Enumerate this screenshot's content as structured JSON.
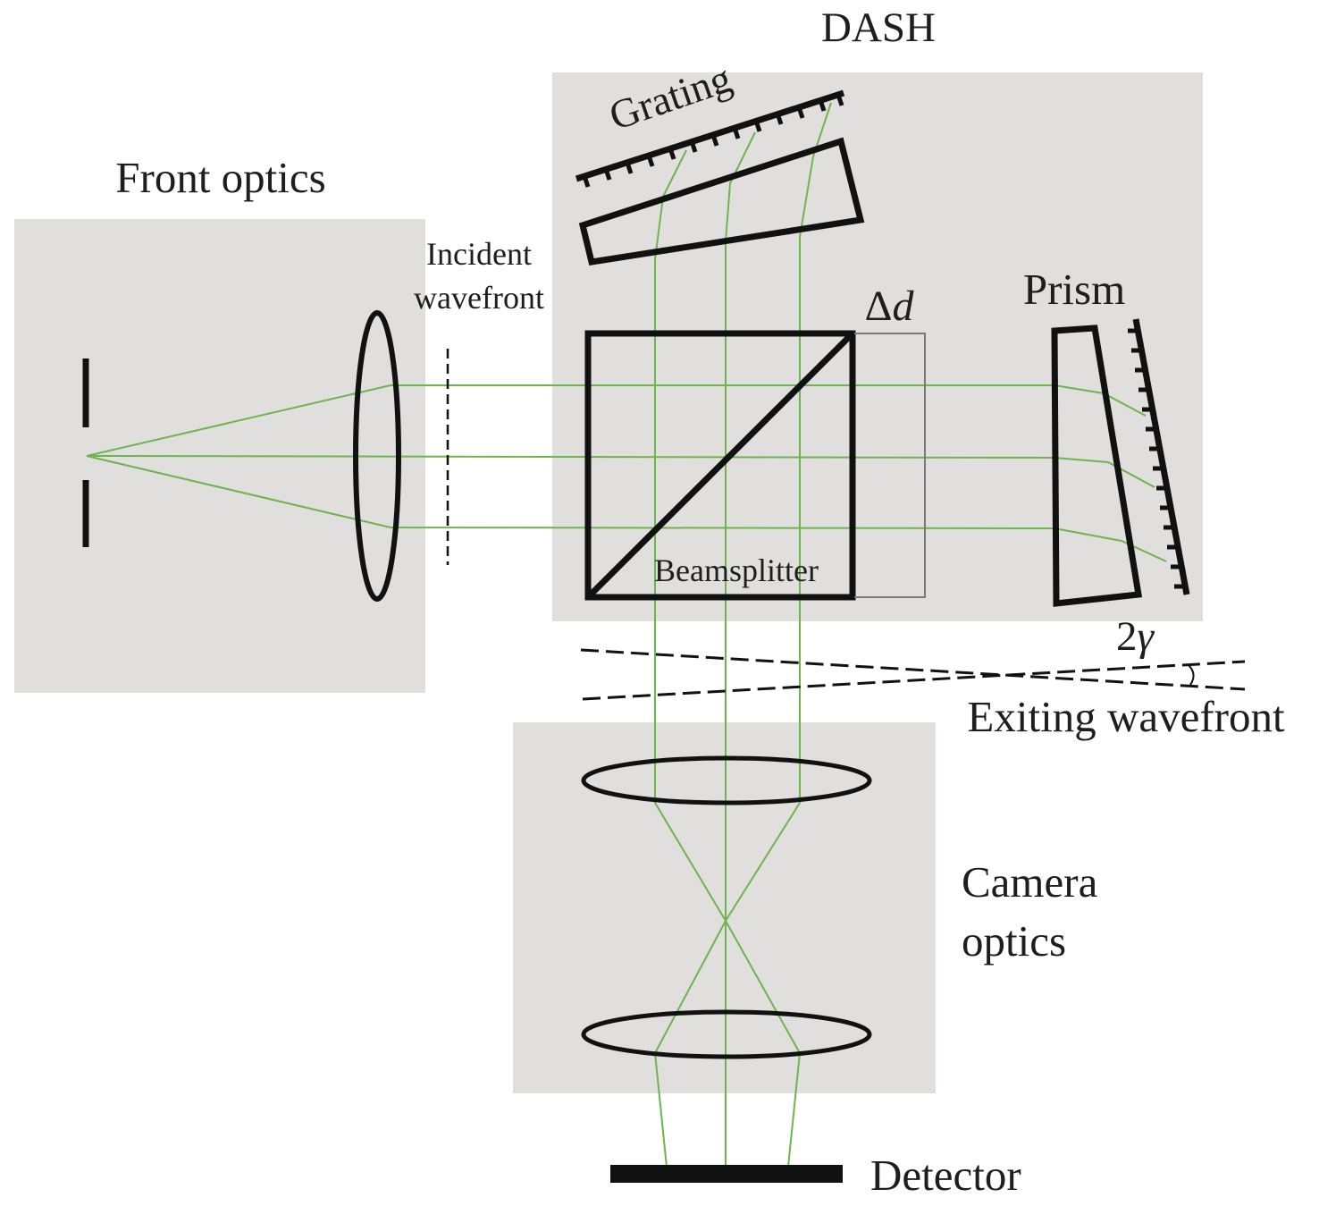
{
  "labels": {
    "dash": "DASH",
    "front_optics": "Front optics",
    "grating": "Grating",
    "incident_line1": "Incident",
    "incident_line2": "wavefront",
    "delta_d_symbol": "Δ",
    "delta_d_var": "d",
    "prism": "Prism",
    "beamsplitter": "Beamsplitter",
    "two_gamma_num": "2",
    "two_gamma_var": "γ",
    "exiting_wavefront": "Exiting wavefront",
    "camera_line1": "Camera",
    "camera_line2": "optics",
    "detector": "Detector"
  },
  "colors": {
    "panel": "#e0dfde",
    "ray": "#6fb34f",
    "stroke": "#111111",
    "text": "#1e1e1e"
  }
}
